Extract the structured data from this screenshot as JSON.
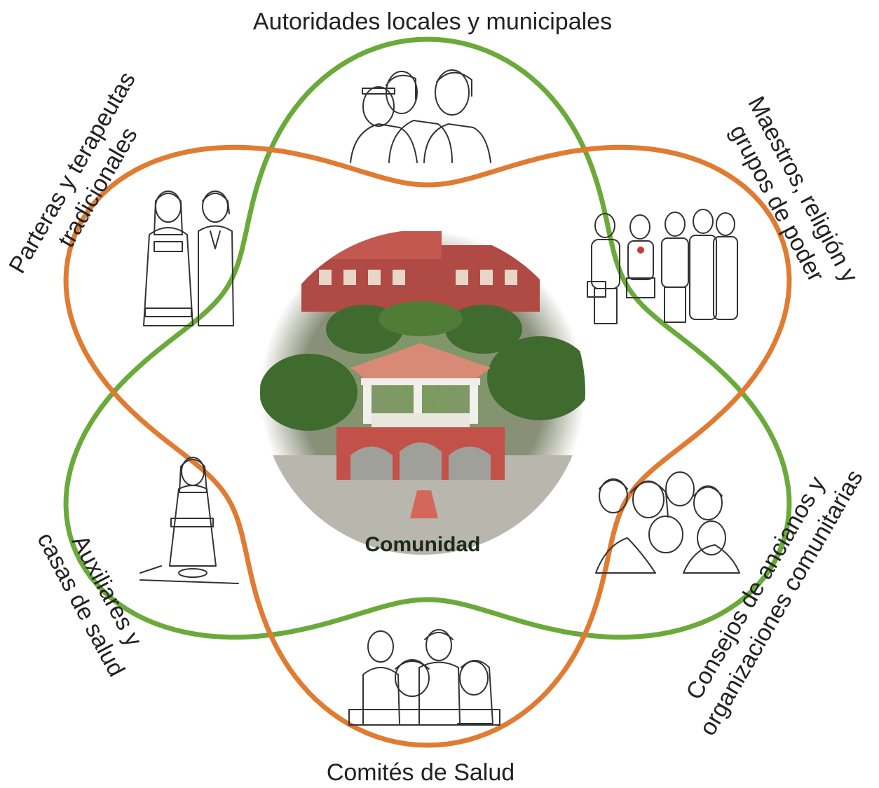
{
  "diagram": {
    "center_label": "Comunidad",
    "groups": [
      {
        "label_lines": [
          "Autoridades locales y municipales"
        ]
      },
      {
        "label_lines": [
          "Maestros, religión y",
          "grupos de poder"
        ]
      },
      {
        "label_lines": [
          "Consejos de ancianos y",
          "organizaciones comunitarias"
        ]
      },
      {
        "label_lines": [
          "Comités de Salud"
        ]
      },
      {
        "label_lines": [
          "Auxiliares y",
          "casas de salud"
        ]
      },
      {
        "label_lines": [
          "Parteras y terapeutas",
          "tradicionales"
        ]
      }
    ],
    "colors": {
      "loop_green": "#6aaa3a",
      "loop_orange": "#e07b31"
    }
  }
}
